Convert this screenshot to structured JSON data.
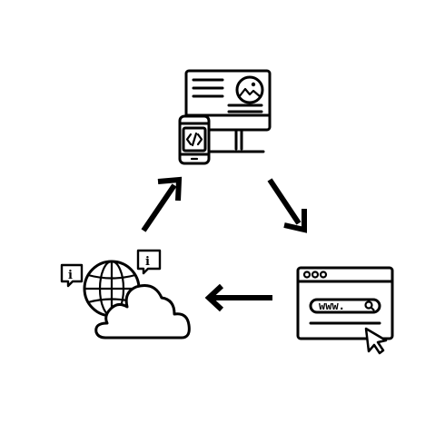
{
  "diagram": {
    "nodes": [
      {
        "id": "developer-workstation",
        "icon": "desktop-with-mobile-code-icon"
      },
      {
        "id": "web-browser",
        "icon": "browser-window-icon",
        "url_text": "www."
      },
      {
        "id": "cloud-internet",
        "icon": "cloud-globe-icon",
        "badges": [
          "i",
          "i"
        ]
      }
    ],
    "arrows": [
      {
        "from": "developer-workstation",
        "to": "web-browser"
      },
      {
        "from": "web-browser",
        "to": "cloud-internet"
      },
      {
        "from": "cloud-internet",
        "to": "developer-workstation"
      }
    ],
    "stroke_color": "#000000",
    "background_color": "#ffffff"
  }
}
